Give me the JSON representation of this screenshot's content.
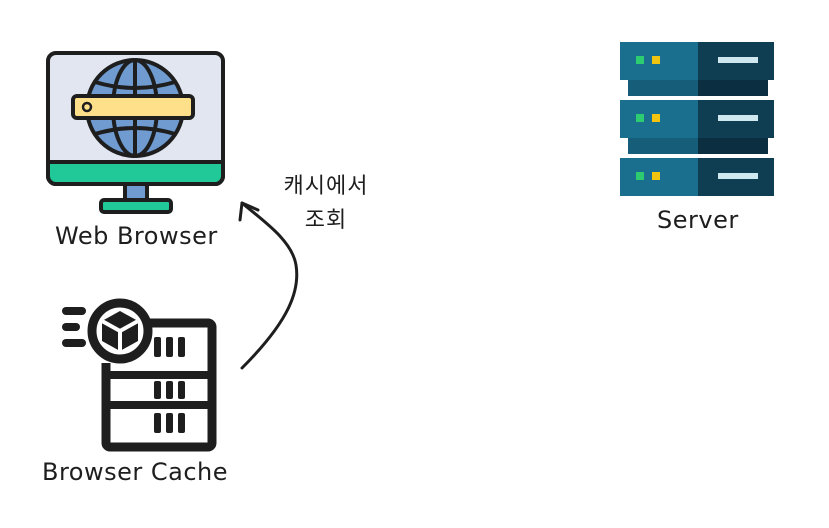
{
  "nodes": {
    "browser": {
      "label": "Web Browser"
    },
    "server": {
      "label": "Server"
    },
    "cache": {
      "label": "Browser Cache"
    }
  },
  "edge": {
    "label_line1": "캐시에서",
    "label_line2": "조회"
  },
  "colors": {
    "stroke": "#1e1e1e",
    "monitor_screen": "#e1e6f0",
    "monitor_base": "#20c997",
    "globe": "#6f9bd1",
    "search_bar": "#ffe08a",
    "server_front": "#1a6e8e",
    "server_right": "#0f3d52",
    "server_gap": "#155d79",
    "led_green": "#2ecc71",
    "led_yellow": "#f1c40f"
  }
}
